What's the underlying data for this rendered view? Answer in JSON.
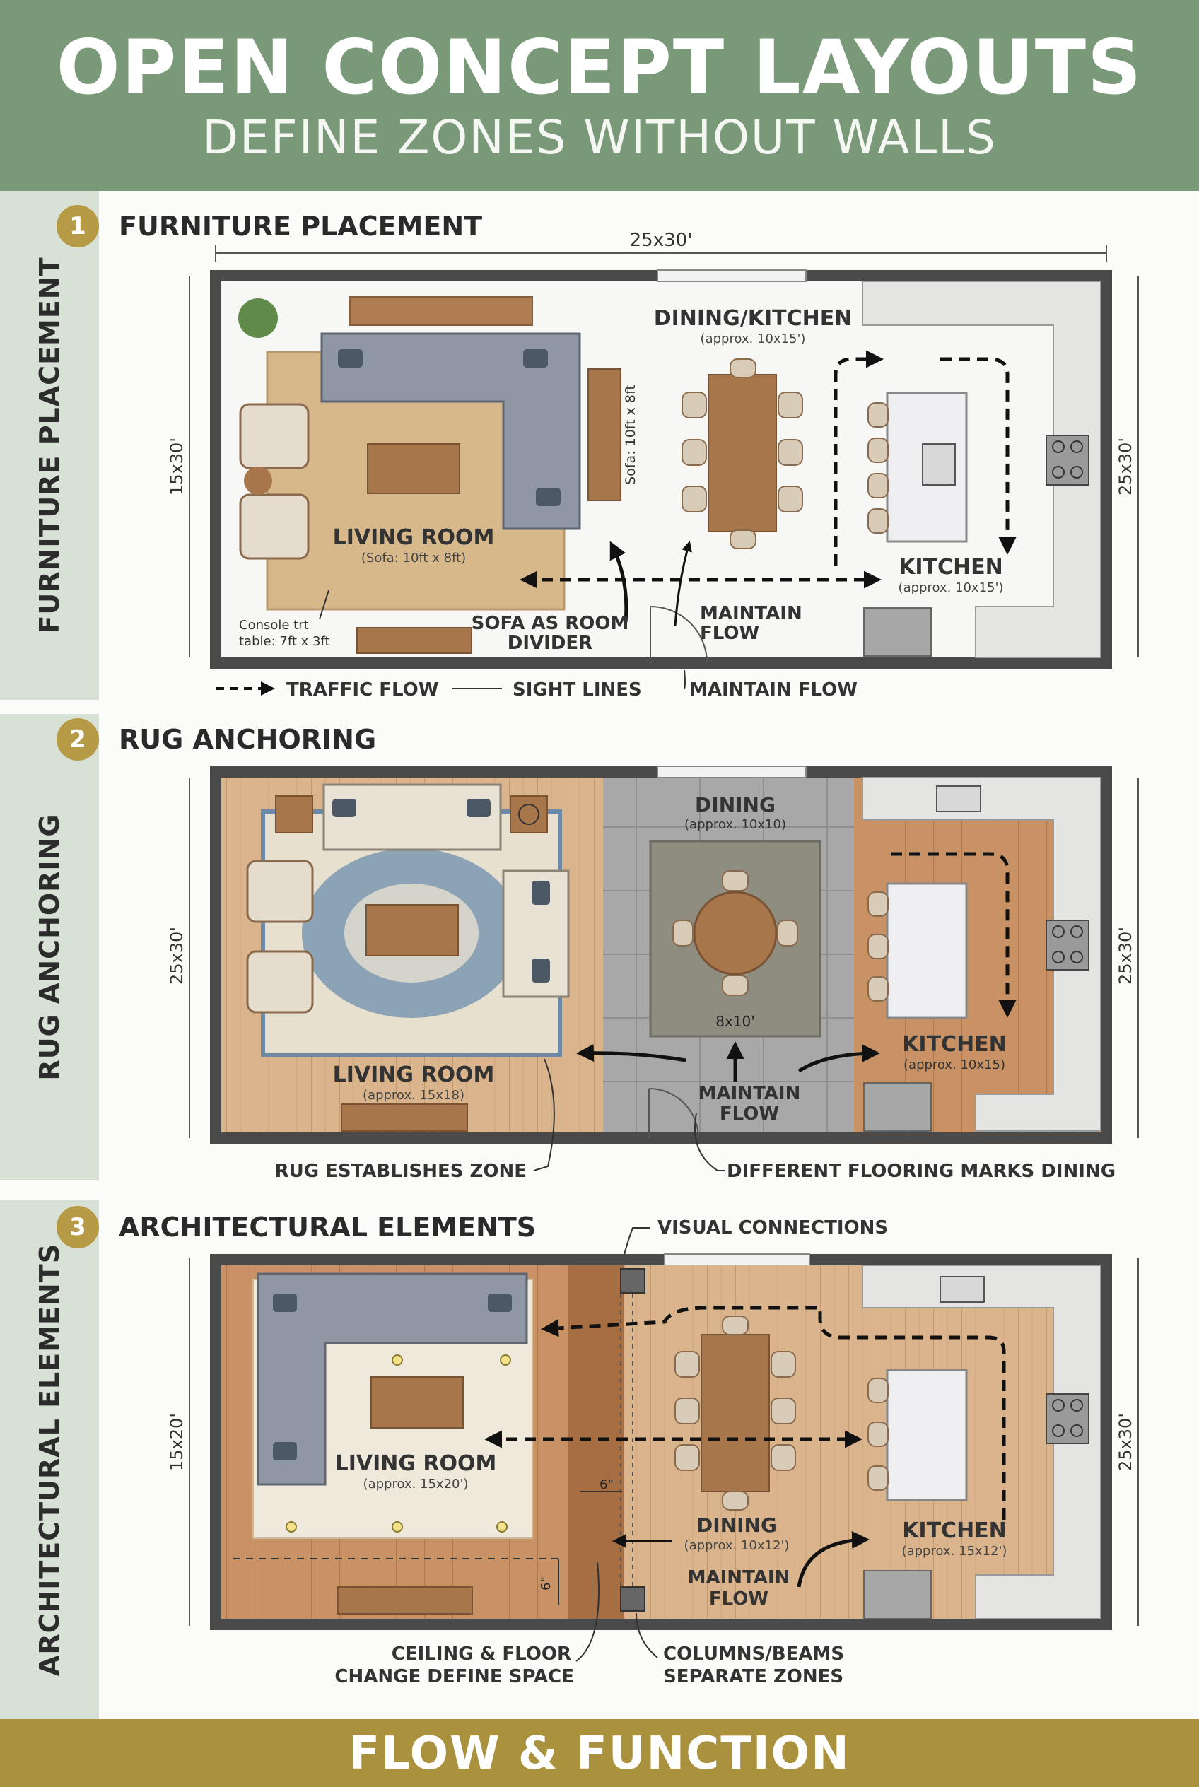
{
  "header": {
    "title": "OPEN CONCEPT LAYOUTS",
    "subtitle": "DEFINE ZONES WITHOUT WALLS"
  },
  "footer": {
    "title": "FLOW & FUNCTION"
  },
  "colors": {
    "header_bg": "#7a9979",
    "sidebar_bg": "#d8e1d5",
    "badge": "#b79a45",
    "footer_bg": "#a9913e",
    "wall": "#4a4a4a",
    "sofa": "#8e97a3",
    "wood": "#c9a07a"
  },
  "sections": [
    {
      "number": "1",
      "title": "FURNITURE PLACEMENT",
      "side_label": "FURNITURE PLACEMENT",
      "dim_top": "25x30'",
      "dim_left": "15x30'",
      "dim_right": "25x30'",
      "living_label": "LIVING ROOM",
      "living_sub": "(Sofa: 10ft x 8ft)",
      "dining_label": "DINING/KITCHEN",
      "dining_sub": "(approx. 10x15')",
      "kitchen_label": "KITCHEN",
      "kitchen_sub": "(approx. 10x15')",
      "sofa_note": "Sofa: 10ft x 8ft",
      "console_note_1": "Console trt",
      "console_note_2": "table: 7ft x 3ft",
      "divider_1": "SOFA AS ROOM",
      "divider_2": "DIVIDER",
      "maintain_1": "MAINTAIN",
      "maintain_2": "FLOW",
      "legend_traffic": "TRAFFIC FLOW",
      "legend_sight": "SIGHT LINES",
      "legend_maintain": "MAINTAIN FLOW"
    },
    {
      "number": "2",
      "title": "RUG ANCHORING",
      "side_label": "RUG ANCHORING",
      "dim_left": "25x30'",
      "dim_right": "25x30'",
      "dining_label": "DINING",
      "dining_sub": "(approx. 10x10)",
      "rug_size": "8x10'",
      "living_label": "LIVING ROOM",
      "living_sub": "(approx. 15x18)",
      "kitchen_label": "KITCHEN",
      "kitchen_sub": "(approx. 10x15)",
      "maintain_1": "MAINTAIN",
      "maintain_2": "FLOW",
      "note_rug": "RUG ESTABLISHES ZONE",
      "note_floor": "DIFFERENT FLOORING MARKS DINING"
    },
    {
      "number": "3",
      "title": "ARCHITECTURAL ELEMENTS",
      "side_label": "ARCHITECTURAL ELEMENTS",
      "visual": "VISUAL CONNECTIONS",
      "dim_left": "15x20'",
      "dim_right": "25x30'",
      "living_label": "LIVING ROOM",
      "living_sub": "(approx. 15x20')",
      "dining_label": "DINING",
      "dining_sub": "(approx. 10x12')",
      "kitchen_label": "KITCHEN",
      "kitchen_sub": "(approx. 15x12')",
      "maintain_1": "MAINTAIN",
      "maintain_2": "FLOW",
      "six_1": "6\"",
      "six_2": "6\"",
      "note_ceiling_1": "CEILING & FLOOR",
      "note_ceiling_2": "CHANGE DEFINE SPACE",
      "note_columns_1": "COLUMNS/BEAMS",
      "note_columns_2": "SEPARATE ZONES"
    }
  ]
}
